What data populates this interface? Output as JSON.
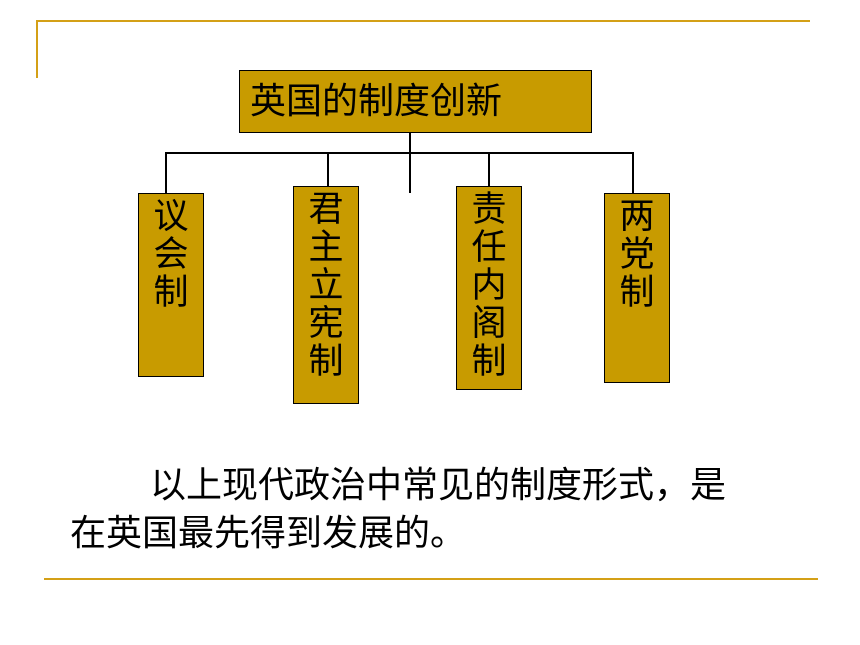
{
  "diagram": {
    "root": "英国的制度创新",
    "children": [
      {
        "chars": [
          "议",
          "会",
          "制"
        ]
      },
      {
        "chars": [
          "君",
          "主",
          "立",
          "宪",
          "制"
        ]
      },
      {
        "chars": [
          "责",
          "任",
          "内",
          "阁",
          "制"
        ]
      },
      {
        "chars": [
          "两",
          "党",
          "制"
        ]
      }
    ]
  },
  "caption": {
    "line1": "以上现代政治中常见的制度形式，是",
    "line2": "在英国最先得到发展的。"
  },
  "colors": {
    "box_fill": "#c89b00",
    "frame_line": "#d4a017"
  }
}
